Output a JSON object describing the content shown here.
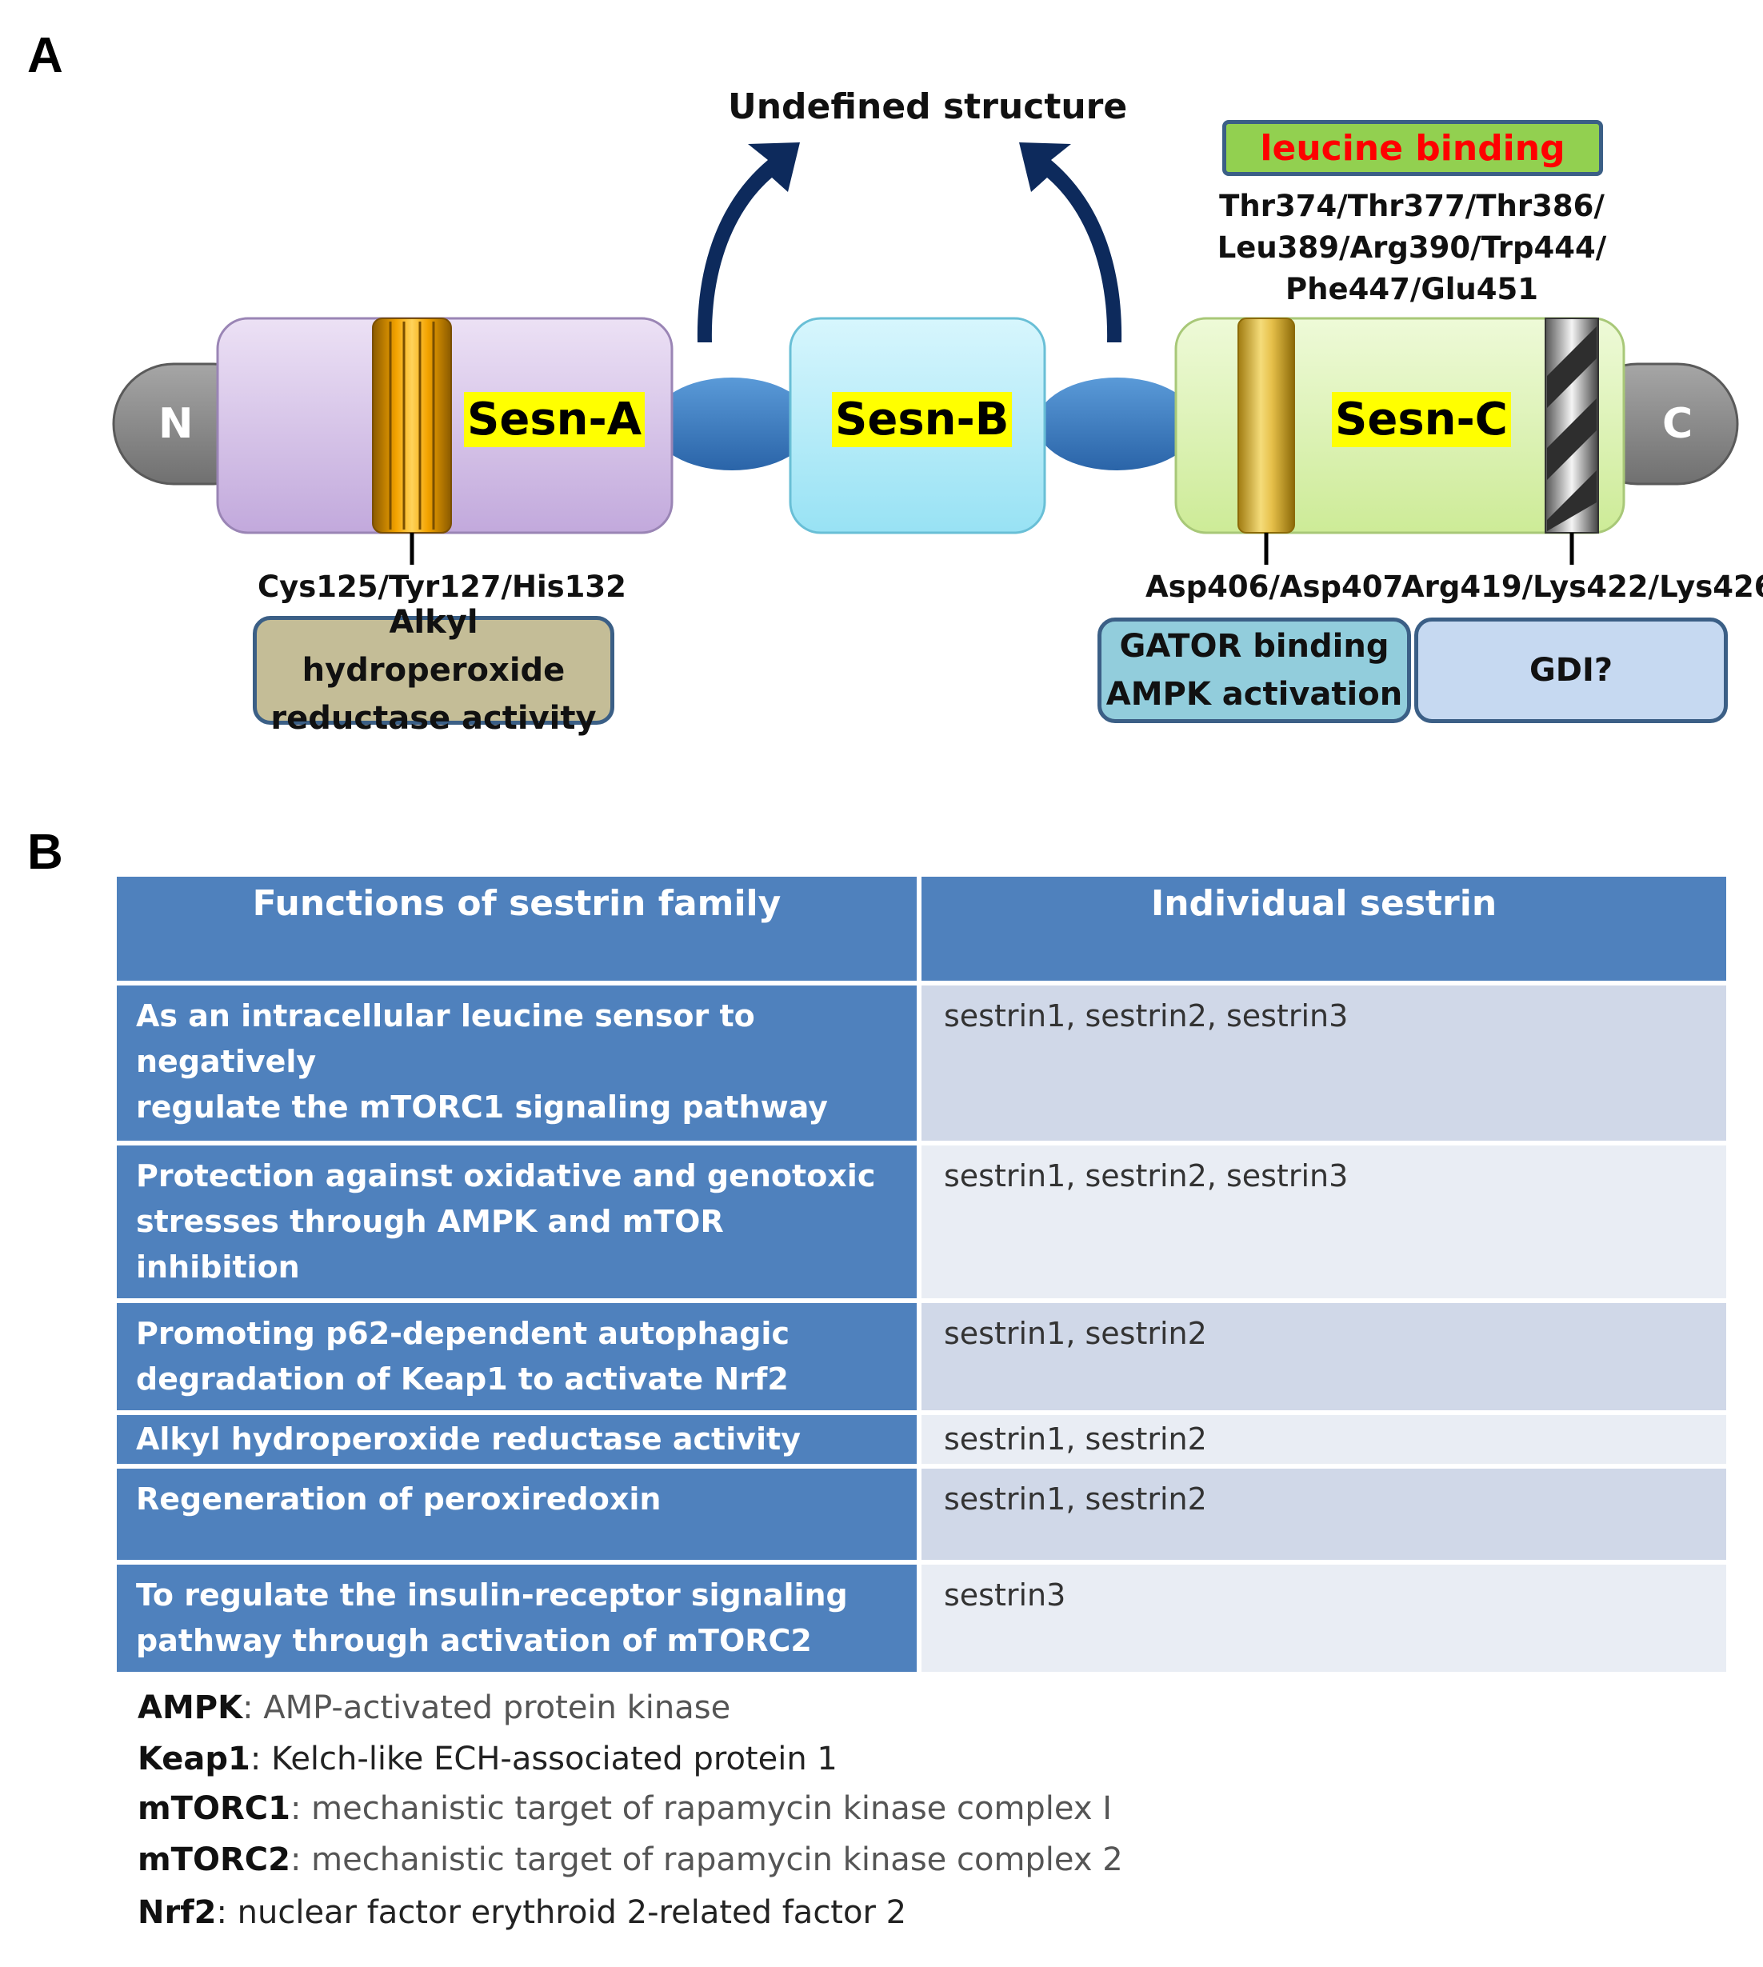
{
  "panel_a": {
    "letter": "A",
    "top_label": "Undefined structure",
    "n_terminus": "N",
    "c_terminus": "C",
    "domains": {
      "a": "Sesn-A",
      "b": "Sesn-B",
      "c": "Sesn-C"
    },
    "leucine_binding": "leucine binding",
    "leucine_residues": [
      "Thr374/Thr377/Thr386/",
      "Leu389/Arg390/Trp444/",
      "Phe447/Glu451"
    ],
    "sites": {
      "cys": "Cys125/Tyr127/His132",
      "asp": "Asp406/Asp407",
      "arg": "Arg419/Lys422/Lys426"
    },
    "function_boxes": {
      "alkyl": [
        "Alkyl hydroperoxide",
        "reductase activity"
      ],
      "gator": [
        "GATOR binding",
        "AMPK activation"
      ],
      "gdi": "GDI?"
    },
    "colors": {
      "terminus": "#8c8c8c",
      "sesn_a": "#cdb7e3",
      "sesn_b": "#a9e9f7",
      "sesn_c": "#d7f2a8",
      "linker": "#3b7fc4",
      "arrow": "#0d2a5c",
      "leucine_box": "#92d050",
      "leucine_text": "#ff0000",
      "alkyl_box": "#c4bd97",
      "gator_box": "#92cddc",
      "gdi_box": "#c6d9f1"
    }
  },
  "panel_b": {
    "letter": "B",
    "headers": [
      "Functions of sestrin family",
      "Individual sestrin"
    ],
    "rows": [
      {
        "function": [
          "As an intracellular leucine sensor to negatively",
          "regulate the mTORC1 signaling pathway"
        ],
        "sestrin": "sestrin1, sestrin2, sestrin3"
      },
      {
        "function": [
          "Protection against oxidative and genotoxic",
          "stresses through AMPK and mTOR inhibition"
        ],
        "sestrin": "sestrin1, sestrin2, sestrin3"
      },
      {
        "function": [
          "Promoting p62-dependent autophagic",
          "degradation of Keap1 to activate Nrf2"
        ],
        "sestrin": "sestrin1, sestrin2"
      },
      {
        "function": [
          "Alkyl hydroperoxide reductase activity"
        ],
        "sestrin": "sestrin1, sestrin2"
      },
      {
        "function": [
          "Regeneration of peroxiredoxin"
        ],
        "sestrin": "sestrin1, sestrin2"
      },
      {
        "function": [
          "To regulate the insulin-receptor signaling",
          "pathway through activation of mTORC2"
        ],
        "sestrin": "sestrin3"
      }
    ]
  },
  "legend": [
    {
      "term": "AMPK",
      "definition": ": AMP-activated protein kinase"
    },
    {
      "term": "Keap1",
      "definition": ": Kelch-like ECH-associated protein 1"
    },
    {
      "term": "mTORC1",
      "definition": ": mechanistic target of rapamycin kinase complex I"
    },
    {
      "term": "mTORC2",
      "definition": ": mechanistic target of rapamycin kinase complex 2"
    },
    {
      "term": "Nrf2",
      "definition": ": nuclear factor erythroid 2-related factor 2"
    }
  ]
}
